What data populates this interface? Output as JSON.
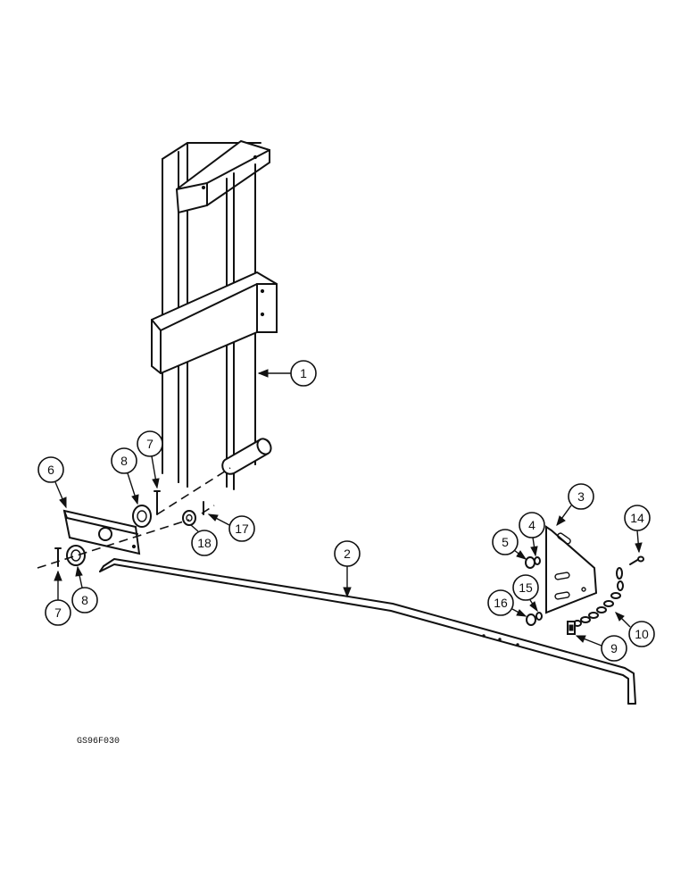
{
  "figure_code": "GS96F030",
  "callouts": [
    {
      "label": "1"
    },
    {
      "label": "2"
    },
    {
      "label": "3"
    },
    {
      "label": "4"
    },
    {
      "label": "5"
    },
    {
      "label": "6"
    },
    {
      "label": "7"
    },
    {
      "label": "8"
    },
    {
      "label": "7"
    },
    {
      "label": "8"
    },
    {
      "label": "9"
    },
    {
      "label": "10"
    },
    {
      "label": "14"
    },
    {
      "label": "15"
    },
    {
      "label": "16"
    },
    {
      "label": "17"
    },
    {
      "label": "18"
    }
  ]
}
